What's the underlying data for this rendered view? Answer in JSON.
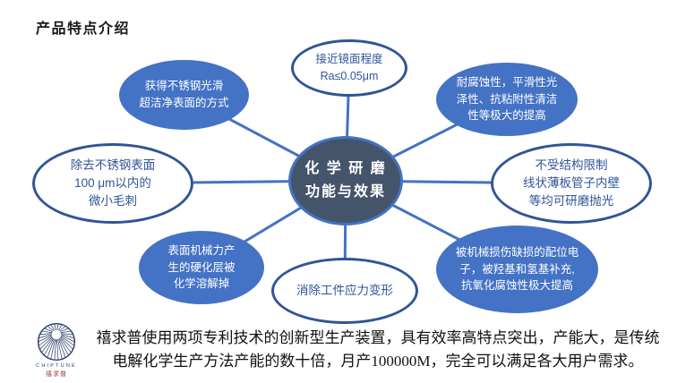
{
  "page_title": "产品特点介绍",
  "colors": {
    "accent_blue": "#4472C4",
    "center_navy": "#44546A",
    "outline_blue": "#2F5597"
  },
  "diagram": {
    "center": {
      "lines": [
        "化 学 研 磨",
        "功能与效果"
      ]
    },
    "nodes": [
      {
        "id": "top-center",
        "variant": "outline",
        "lines": [
          "接近镜面程度",
          "Ra≤0.05μm"
        ]
      },
      {
        "id": "top-left",
        "variant": "filled",
        "lines": [
          "获得不锈钢光滑",
          "超洁净表面的方式"
        ]
      },
      {
        "id": "top-right",
        "variant": "filled",
        "lines": [
          "耐腐蚀性，平滑性光",
          "泽性、抗粘附性清洁",
          "性等极大的提高"
        ]
      },
      {
        "id": "left",
        "variant": "outline",
        "lines": [
          "除去不锈钢表面",
          "100 μm以内的",
          "微小毛刺"
        ]
      },
      {
        "id": "right",
        "variant": "outline",
        "lines": [
          "不受结构限制",
          "线状薄板管子内壁",
          "等均可研磨抛光"
        ]
      },
      {
        "id": "bottom-left",
        "variant": "filled",
        "lines": [
          "表面机械力产",
          "生的硬化层被",
          "化学溶解掉"
        ]
      },
      {
        "id": "bottom-right",
        "variant": "filled",
        "lines": [
          "被机械损伤缺损的配位电",
          "子，被羟基和氢基补充,",
          "抗氧化腐蚀性极大提高"
        ]
      },
      {
        "id": "bottom-center",
        "variant": "outline",
        "lines": [
          "消除工件应力变形"
        ]
      }
    ]
  },
  "footer": {
    "logo_en": "CHIPTUNE",
    "logo_cn": "禧求普",
    "line1": "禧求普使用两项专利技术的创新型生产装置，具有效率高特点突出，产能大，是传统",
    "line2": "电解化学生产方法产能的数十倍，月产100000M，完全可以满足各大用户需求。"
  }
}
